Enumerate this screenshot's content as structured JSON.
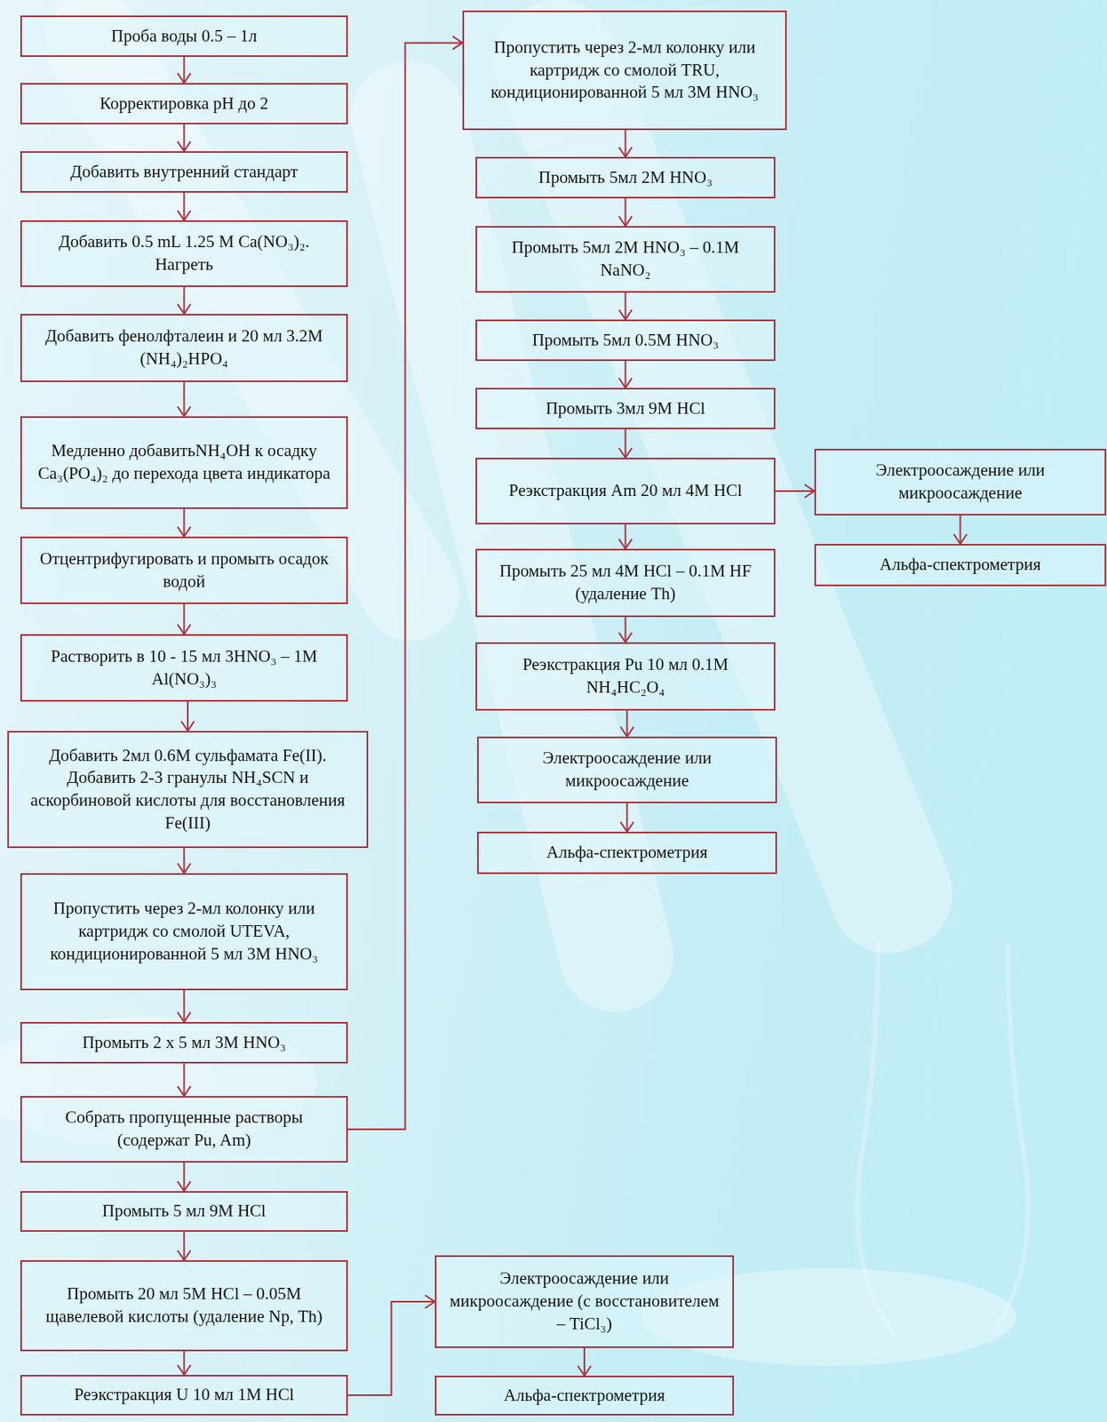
{
  "diagram": {
    "nodes": [
      {
        "text": [
          "Проба воды 0.5 – 1л"
        ]
      },
      {
        "text": [
          "Корректировка pH до 2"
        ]
      },
      {
        "text": [
          "Добавить внутренний стандарт"
        ]
      },
      {
        "text": [
          "Добавить 0.5 mL 1.25 M Ca(NO₃)₂. Нагреть"
        ]
      },
      {
        "text": [
          "Добавить фенолфталеин и 20 мл 3.2M (NH₄)₂HPO₄"
        ]
      },
      {
        "text": [
          "Медленно добавитьNH₄OH к осадку Ca₃(PO₄)₂ до перехода цвета индикатора"
        ]
      },
      {
        "text": [
          "Отцентрифугировать и промыть осадок водой"
        ]
      },
      {
        "text": [
          "Растворить в 10 - 15 мл 3HNO₃ – 1M Al(NO₃)₃"
        ]
      },
      {
        "text": [
          "Добавить 2мл 0.6M сульфамата Fe(II). Добавить 2-3 гранулы NH₄SCN и аскорбиновой кислоты для восстановления Fe(III)"
        ]
      },
      {
        "text": [
          "Пропустить через 2-мл колонку или картридж со смолой UTEVA, кондиционированной 5 мл 3M HNO₃"
        ]
      },
      {
        "text": [
          "Промыть 2 x 5 мл 3M HNO₃"
        ]
      },
      {
        "text": [
          "Собрать пропущенные растворы (содержат Pu, Am)"
        ]
      },
      {
        "text": [
          "Промыть 5 мл 9M HCl"
        ]
      },
      {
        "text": [
          "Промыть 20 мл 5M HCl – 0.05M щавелевой кислоты (удаление Np, Th)"
        ]
      },
      {
        "text": [
          "Реэкстракция U 10 мл 1M HCl"
        ]
      },
      {
        "text": [
          "Электроосаждение или микроосаждение (с восстановителем – TiCl₃)"
        ]
      },
      {
        "text": [
          "Альфа-спектрометрия"
        ]
      },
      {
        "text": [
          "Пропустить через 2-мл колонку или картридж со смолой TRU, кондиционированной 5 мл 3M HNO₃"
        ]
      },
      {
        "text": [
          "Промыть 5мл 2M HNO₃"
        ]
      },
      {
        "text": [
          "Промыть 5мл 2M HNO₃ – 0.1M NaNO₂"
        ]
      },
      {
        "text": [
          "Промыть 5мл 0.5M HNO₃"
        ]
      },
      {
        "text": [
          "Промыть 3мл 9M HCl"
        ]
      },
      {
        "text": [
          "Реэкстракция Am 20 мл 4M HCl"
        ]
      },
      {
        "text": [
          "Промыть 25 мл 4M HCl – 0.1M HF (удаление Th)"
        ]
      },
      {
        "text": [
          "Реэкстракция Pu 10 мл 0.1M NH₄HC₂O₄"
        ]
      },
      {
        "text": [
          "Электроосаждение или микроосаждение"
        ]
      },
      {
        "text": [
          "Альфа-спектрометрия"
        ]
      },
      {
        "text": [
          "Электроосаждение или микроосаждение"
        ]
      },
      {
        "text": [
          "Альфа-спектрометрия"
        ]
      }
    ],
    "edges": [
      {
        "from": 0,
        "to": 1,
        "arrow": "to"
      },
      {
        "from": 1,
        "to": 2,
        "arrow": "to"
      },
      {
        "from": 2,
        "to": 3,
        "arrow": "to"
      },
      {
        "from": 3,
        "to": 4,
        "arrow": "to"
      },
      {
        "from": 4,
        "to": 5,
        "arrow": "to"
      },
      {
        "from": 5,
        "to": 6,
        "arrow": "to"
      },
      {
        "from": 6,
        "to": 7,
        "arrow": "to"
      },
      {
        "from": 7,
        "to": 8,
        "arrow": "to"
      },
      {
        "from": 8,
        "to": 9,
        "arrow": "to"
      },
      {
        "from": 9,
        "to": 10,
        "arrow": "to"
      },
      {
        "from": 10,
        "to": 11,
        "arrow": "to"
      },
      {
        "from": 11,
        "to": 12,
        "arrow": "to"
      },
      {
        "from": 12,
        "to": 13,
        "arrow": "to"
      },
      {
        "from": 13,
        "to": 14,
        "arrow": "to"
      },
      {
        "from": 14,
        "to": 15,
        "arrow": "to"
      },
      {
        "from": 15,
        "to": 16,
        "arrow": "to"
      },
      {
        "from": 11,
        "to": 17,
        "arrow": "to"
      },
      {
        "from": 17,
        "to": 18,
        "arrow": "to"
      },
      {
        "from": 18,
        "to": 19,
        "arrow": "to"
      },
      {
        "from": 19,
        "to": 20,
        "arrow": "to"
      },
      {
        "from": 20,
        "to": 21,
        "arrow": "to"
      },
      {
        "from": 21,
        "to": 22,
        "arrow": "to"
      },
      {
        "from": 22,
        "to": 23,
        "arrow": "to"
      },
      {
        "from": 23,
        "to": 24,
        "arrow": "to"
      },
      {
        "from": 24,
        "to": 25,
        "arrow": "to"
      },
      {
        "from": 25,
        "to": 26,
        "arrow": "to"
      },
      {
        "from": 22,
        "to": 27,
        "arrow": "to"
      },
      {
        "from": 27,
        "to": 28,
        "arrow": "to"
      }
    ]
  }
}
